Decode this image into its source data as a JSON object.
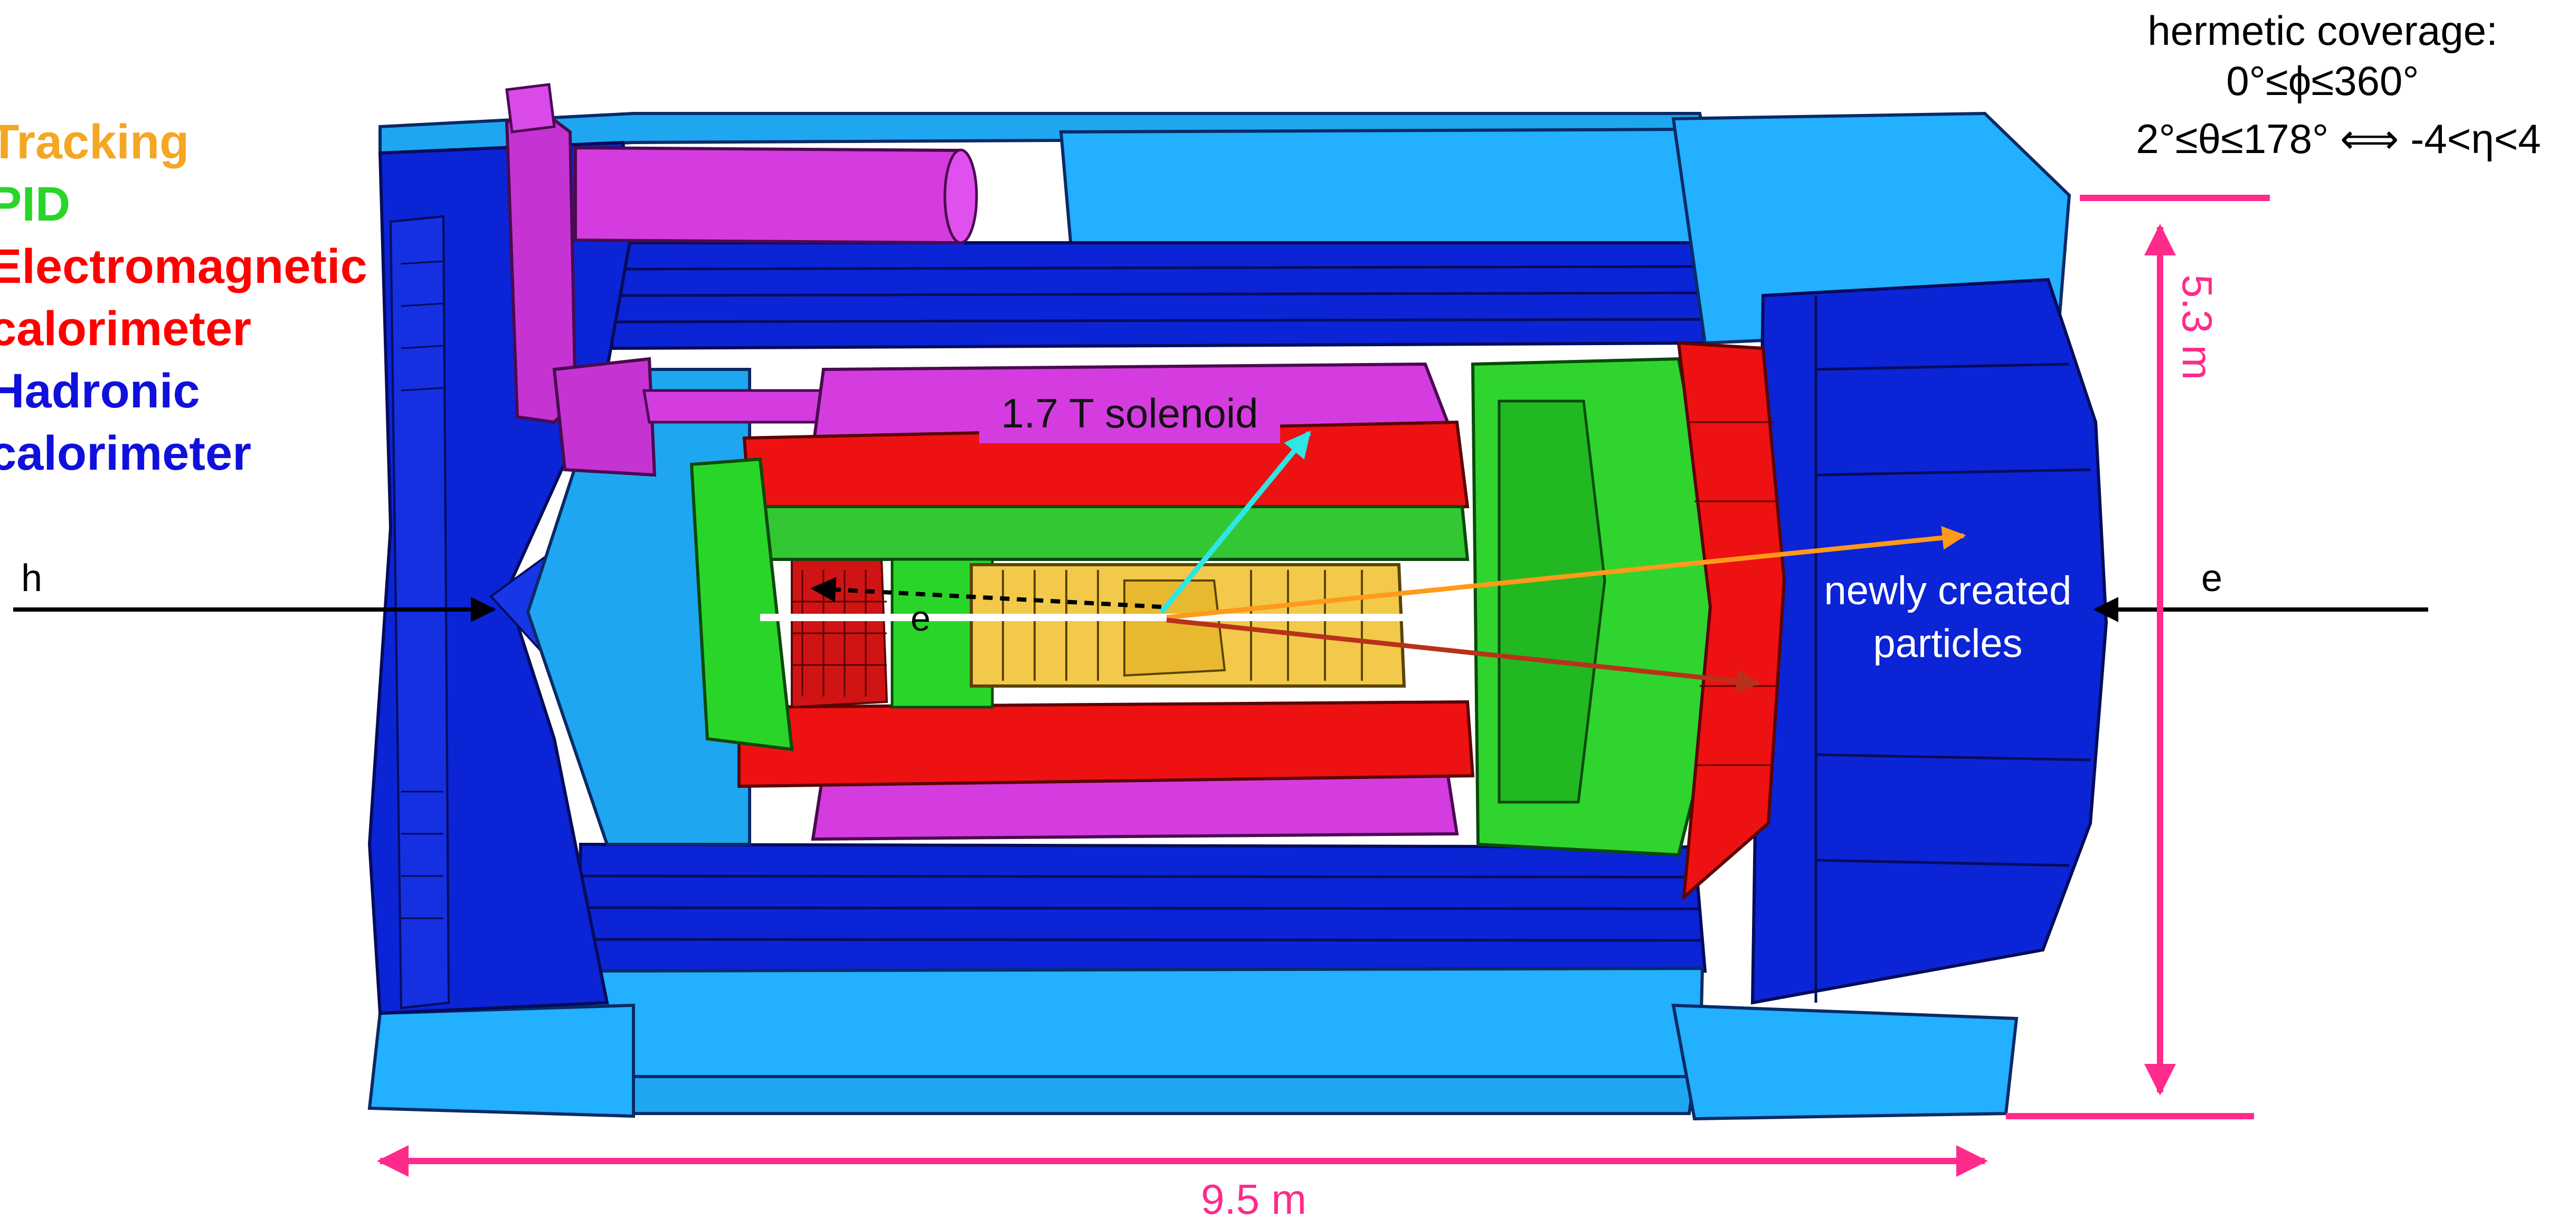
{
  "legend": {
    "tracking": "Tracking",
    "pid": "PID",
    "em_line1": "Electromagnetic",
    "em_line2": "calorimeter",
    "had_line1": "Hadronic",
    "had_line2": "calorimeter"
  },
  "colors": {
    "tracking": "#f5a623",
    "pid": "#2ad52a",
    "em": "#ff0000",
    "hadronic": "#1010dd",
    "dimension": "#ff2b8a"
  },
  "beams": {
    "hadron": "h",
    "electron_right": "e",
    "electron_inner": "e"
  },
  "labels": {
    "solenoid": "1.7 T solenoid",
    "particles_line1": "newly created",
    "particles_line2": "particles"
  },
  "coverage": {
    "title": "hermetic coverage:",
    "phi": "0°≤ϕ≤360°",
    "theta_eta": "2°≤θ≤178° ⟺ -4<η<4"
  },
  "dimensions": {
    "length": "9.5 m",
    "height": "5.3 m"
  }
}
